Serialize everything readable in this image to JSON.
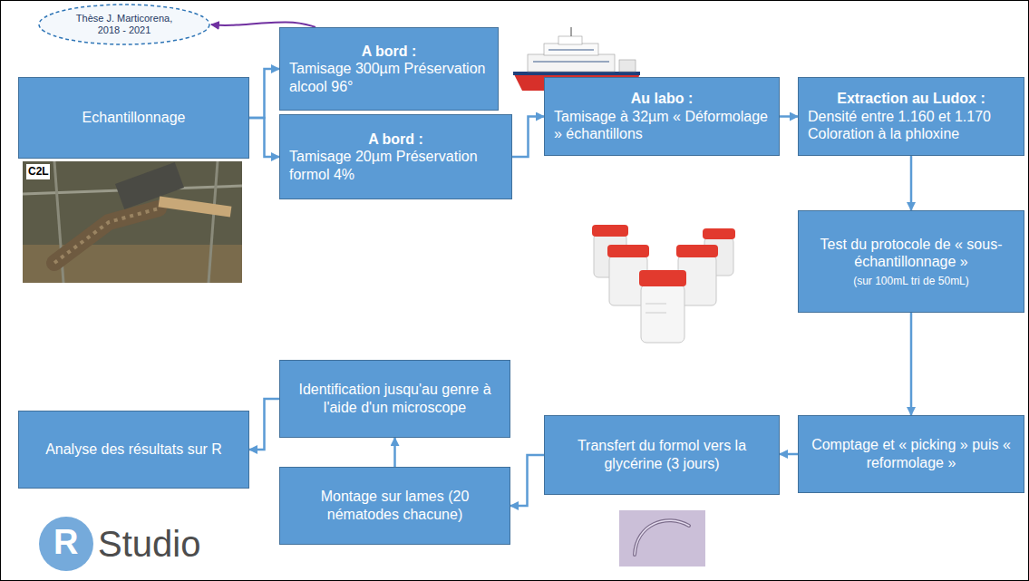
{
  "diagram": {
    "nodes": [
      {
        "text": [
          "Echantillonnage"
        ]
      },
      {
        "text": [
          "A bord :",
          "Tamisage 300µm Préservation alcool 96°"
        ]
      },
      {
        "text": [
          "A bord :",
          "Tamisage 20µm Préservation formol 4%"
        ]
      },
      {
        "text": [
          "Au labo :",
          "Tamisage à 32µm « Déformolage » échantillons"
        ]
      },
      {
        "text": [
          "Extraction au Ludox :",
          "Densité entre 1.160 et 1.170 Coloration à la phloxine"
        ]
      },
      {
        "text": [
          "Test du protocole de « sous-échantillonnage »",
          "(sur 100mL tri de 50mL)"
        ]
      },
      {
        "text": [
          "Comptage et « picking » puis « reformolage »"
        ]
      },
      {
        "text": [
          "Transfert du formol vers la glycérine (3 jours)"
        ]
      },
      {
        "text": [
          "Montage sur lames (20 nématodes chacune)"
        ]
      },
      {
        "text": [
          "Identification jusqu'au genre à l'aide d'un microscope"
        ]
      },
      {
        "text": [
          "Analyse des résultats sur R"
        ]
      },
      {
        "text": [
          "Thèse J. Marticorena, 2018 - 2021"
        ]
      }
    ],
    "edges": [
      {
        "from": 0,
        "to": 1,
        "arrow": "to"
      },
      {
        "from": 0,
        "to": 2,
        "arrow": "to"
      },
      {
        "from": 1,
        "to": 11,
        "arrow": "to"
      },
      {
        "from": 2,
        "to": 3,
        "arrow": "to"
      },
      {
        "from": 3,
        "to": 4,
        "arrow": "to"
      },
      {
        "from": 4,
        "to": 5,
        "arrow": "to"
      },
      {
        "from": 5,
        "to": 6,
        "arrow": "to"
      },
      {
        "from": 6,
        "to": 7,
        "arrow": "to"
      },
      {
        "from": 7,
        "to": 8,
        "arrow": "to"
      },
      {
        "from": 8,
        "to": 9,
        "arrow": "to"
      },
      {
        "from": 9,
        "to": 10,
        "arrow": "to"
      }
    ],
    "labels": [
      "R",
      "Studio",
      "C2L"
    ]
  }
}
